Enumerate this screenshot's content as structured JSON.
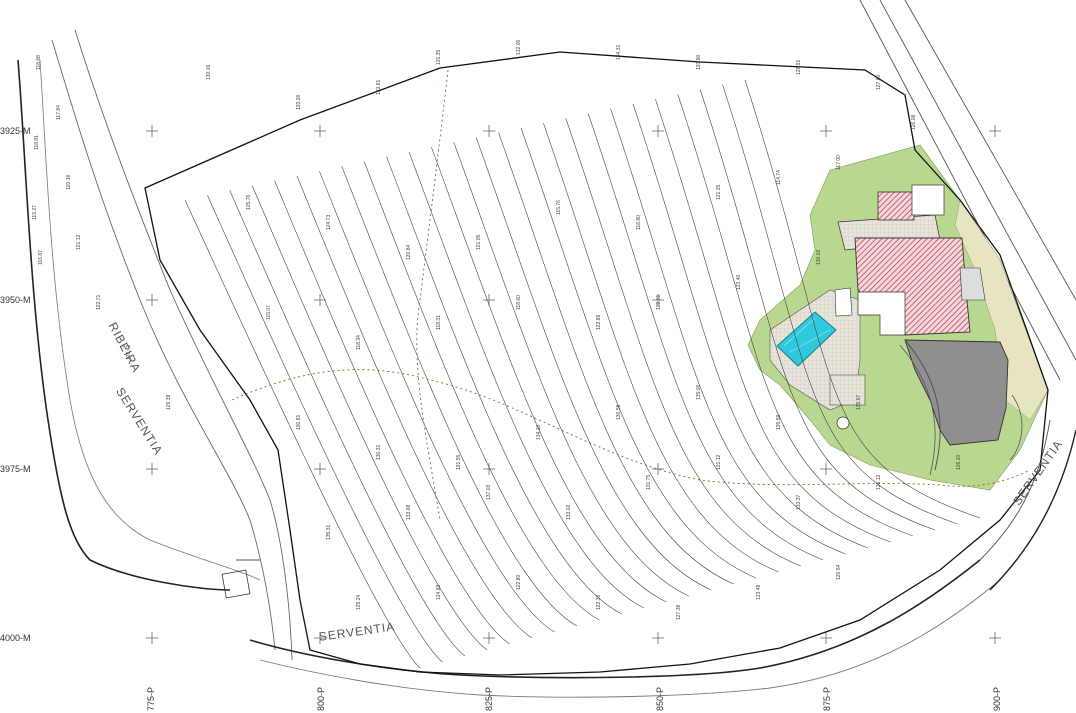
{
  "grid_labels_y": [
    "3925-M",
    "3950-M",
    "3975-M",
    "4000-M"
  ],
  "grid_labels_x": [
    "775-P",
    "800-P",
    "825-P",
    "850-P",
    "875-P",
    "900-P"
  ],
  "road_labels": {
    "ribeira": "RIBEIRA",
    "serventia_left": "SERVENTIA",
    "serventia_bottom": "SERVENTIA",
    "serventia_right": "SERVENTIA"
  },
  "elevations": [
    "118.68",
    "118.81",
    "119.27",
    "116.87",
    "117.84",
    "120.16",
    "121.12",
    "122.71",
    "126.41",
    "129.39",
    "130.16",
    "133.26",
    "133.81",
    "131.35",
    "132.00",
    "134.31",
    "133.90",
    "128.91",
    "127.60",
    "126.08",
    "125.76",
    "124.73",
    "120.84",
    "121.05",
    "115.76",
    "118.80",
    "121.35",
    "114.74",
    "117.00",
    "115.07",
    "118.34",
    "118.31",
    "118.60",
    "122.89",
    "122.01",
    "123.40",
    "130.02",
    "130.81",
    "130.31",
    "131.55",
    "134.10",
    "130.58",
    "135.06",
    "135.59",
    "135.67",
    "135.31",
    "133.68",
    "137.03",
    "133.02",
    "131.75",
    "131.12",
    "133.37",
    "129.12",
    "126.20",
    "125.24",
    "124.83",
    "122.80",
    "122.30",
    "127.38",
    "123.48",
    "120.54"
  ],
  "colors": {
    "vegetation": "#b9d88f",
    "pool": "#2fc9dd",
    "building_hatch": "#b8344a",
    "terrace": "#8f8f8f",
    "contour": "#444444",
    "boundary": "#111111"
  }
}
